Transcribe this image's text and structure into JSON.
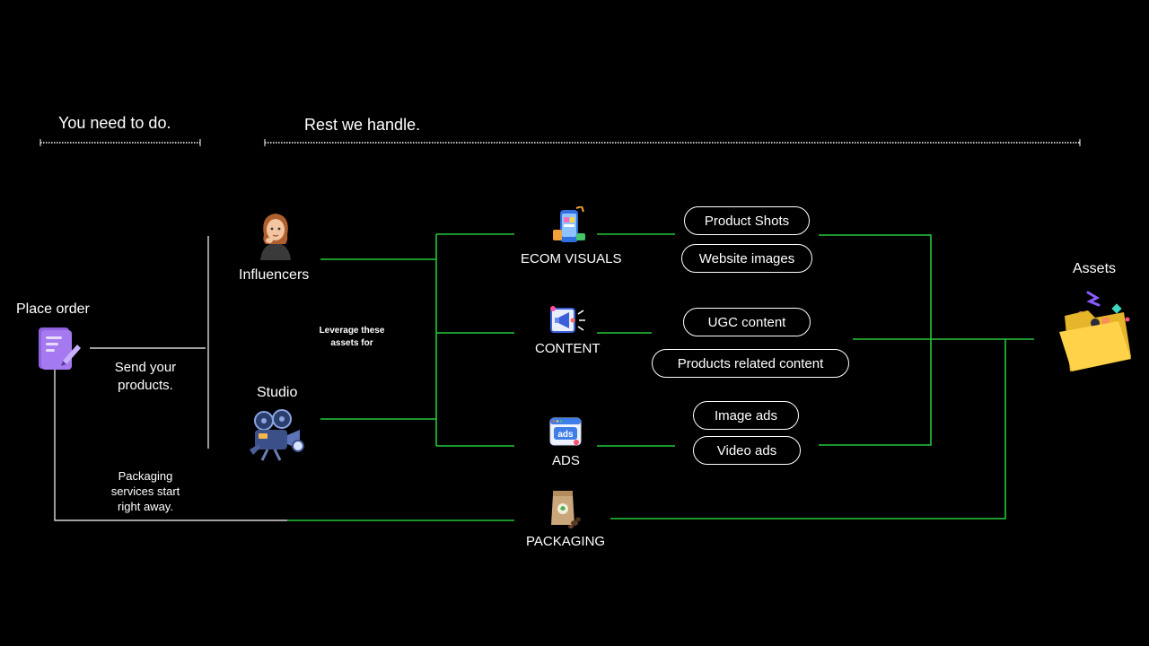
{
  "header": {
    "left_title": "You need to do.",
    "right_title": "Rest we handle."
  },
  "steps": {
    "place_order": "Place order",
    "send_products": "Send your products.",
    "packaging_note": "Packaging services start right away.",
    "leverage_note": "Leverage these assets for"
  },
  "sources": {
    "influencers": "Influencers",
    "studio": "Studio"
  },
  "categories": {
    "ecom_visuals": "ECOM VISUALS",
    "content": "CONTENT",
    "ads": "ADS",
    "packaging": "PACKAGING"
  },
  "outputs": {
    "product_shots": "Product Shots",
    "website_images": "Website images",
    "ugc_content": "UGC content",
    "products_related_content": "Products related content",
    "image_ads": "Image ads",
    "video_ads": "Video ads"
  },
  "destination": {
    "assets": "Assets"
  },
  "colors": {
    "background": "#000000",
    "connector_green": "#22c83a",
    "text": "#ffffff"
  }
}
